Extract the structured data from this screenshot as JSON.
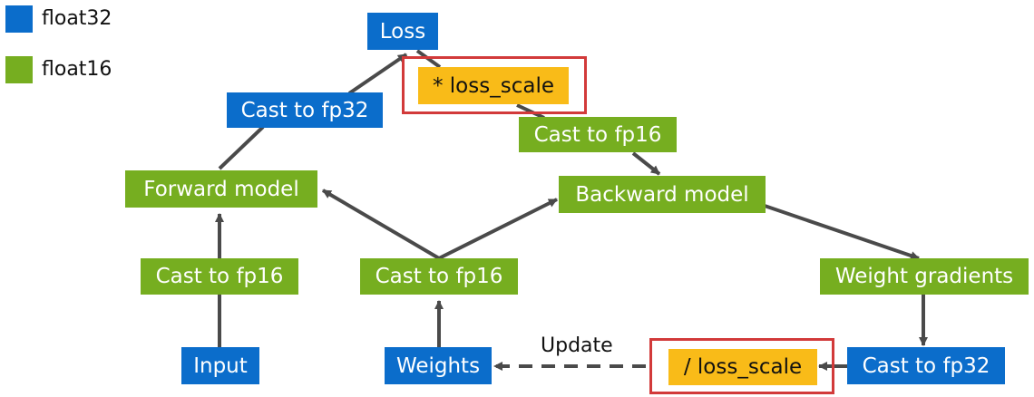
{
  "colors": {
    "float32": "#0b6dcb",
    "float16": "#76ae20",
    "loss_scale": "#f9bb18",
    "highlight": "#d23a3a",
    "edge": "#4a4a4a"
  },
  "legend": [
    {
      "label": "float32",
      "color": "#0b6dcb"
    },
    {
      "label": "float16",
      "color": "#76ae20"
    }
  ],
  "nodes": {
    "loss": "Loss",
    "mul_loss_scale": "* loss_scale",
    "cast_fp32_top": "Cast to fp32",
    "cast_fp16_top": "Cast to fp16",
    "forward_model": "Forward model",
    "backward_model": "Backward model",
    "cast_fp16_input": "Cast to fp16",
    "cast_fp16_weights": "Cast to fp16",
    "weight_gradients": "Weight gradients",
    "input": "Input",
    "weights": "Weights",
    "div_loss_scale": "/ loss_scale",
    "cast_fp32_bottom": "Cast to fp32"
  },
  "edge_labels": {
    "update": "Update"
  }
}
